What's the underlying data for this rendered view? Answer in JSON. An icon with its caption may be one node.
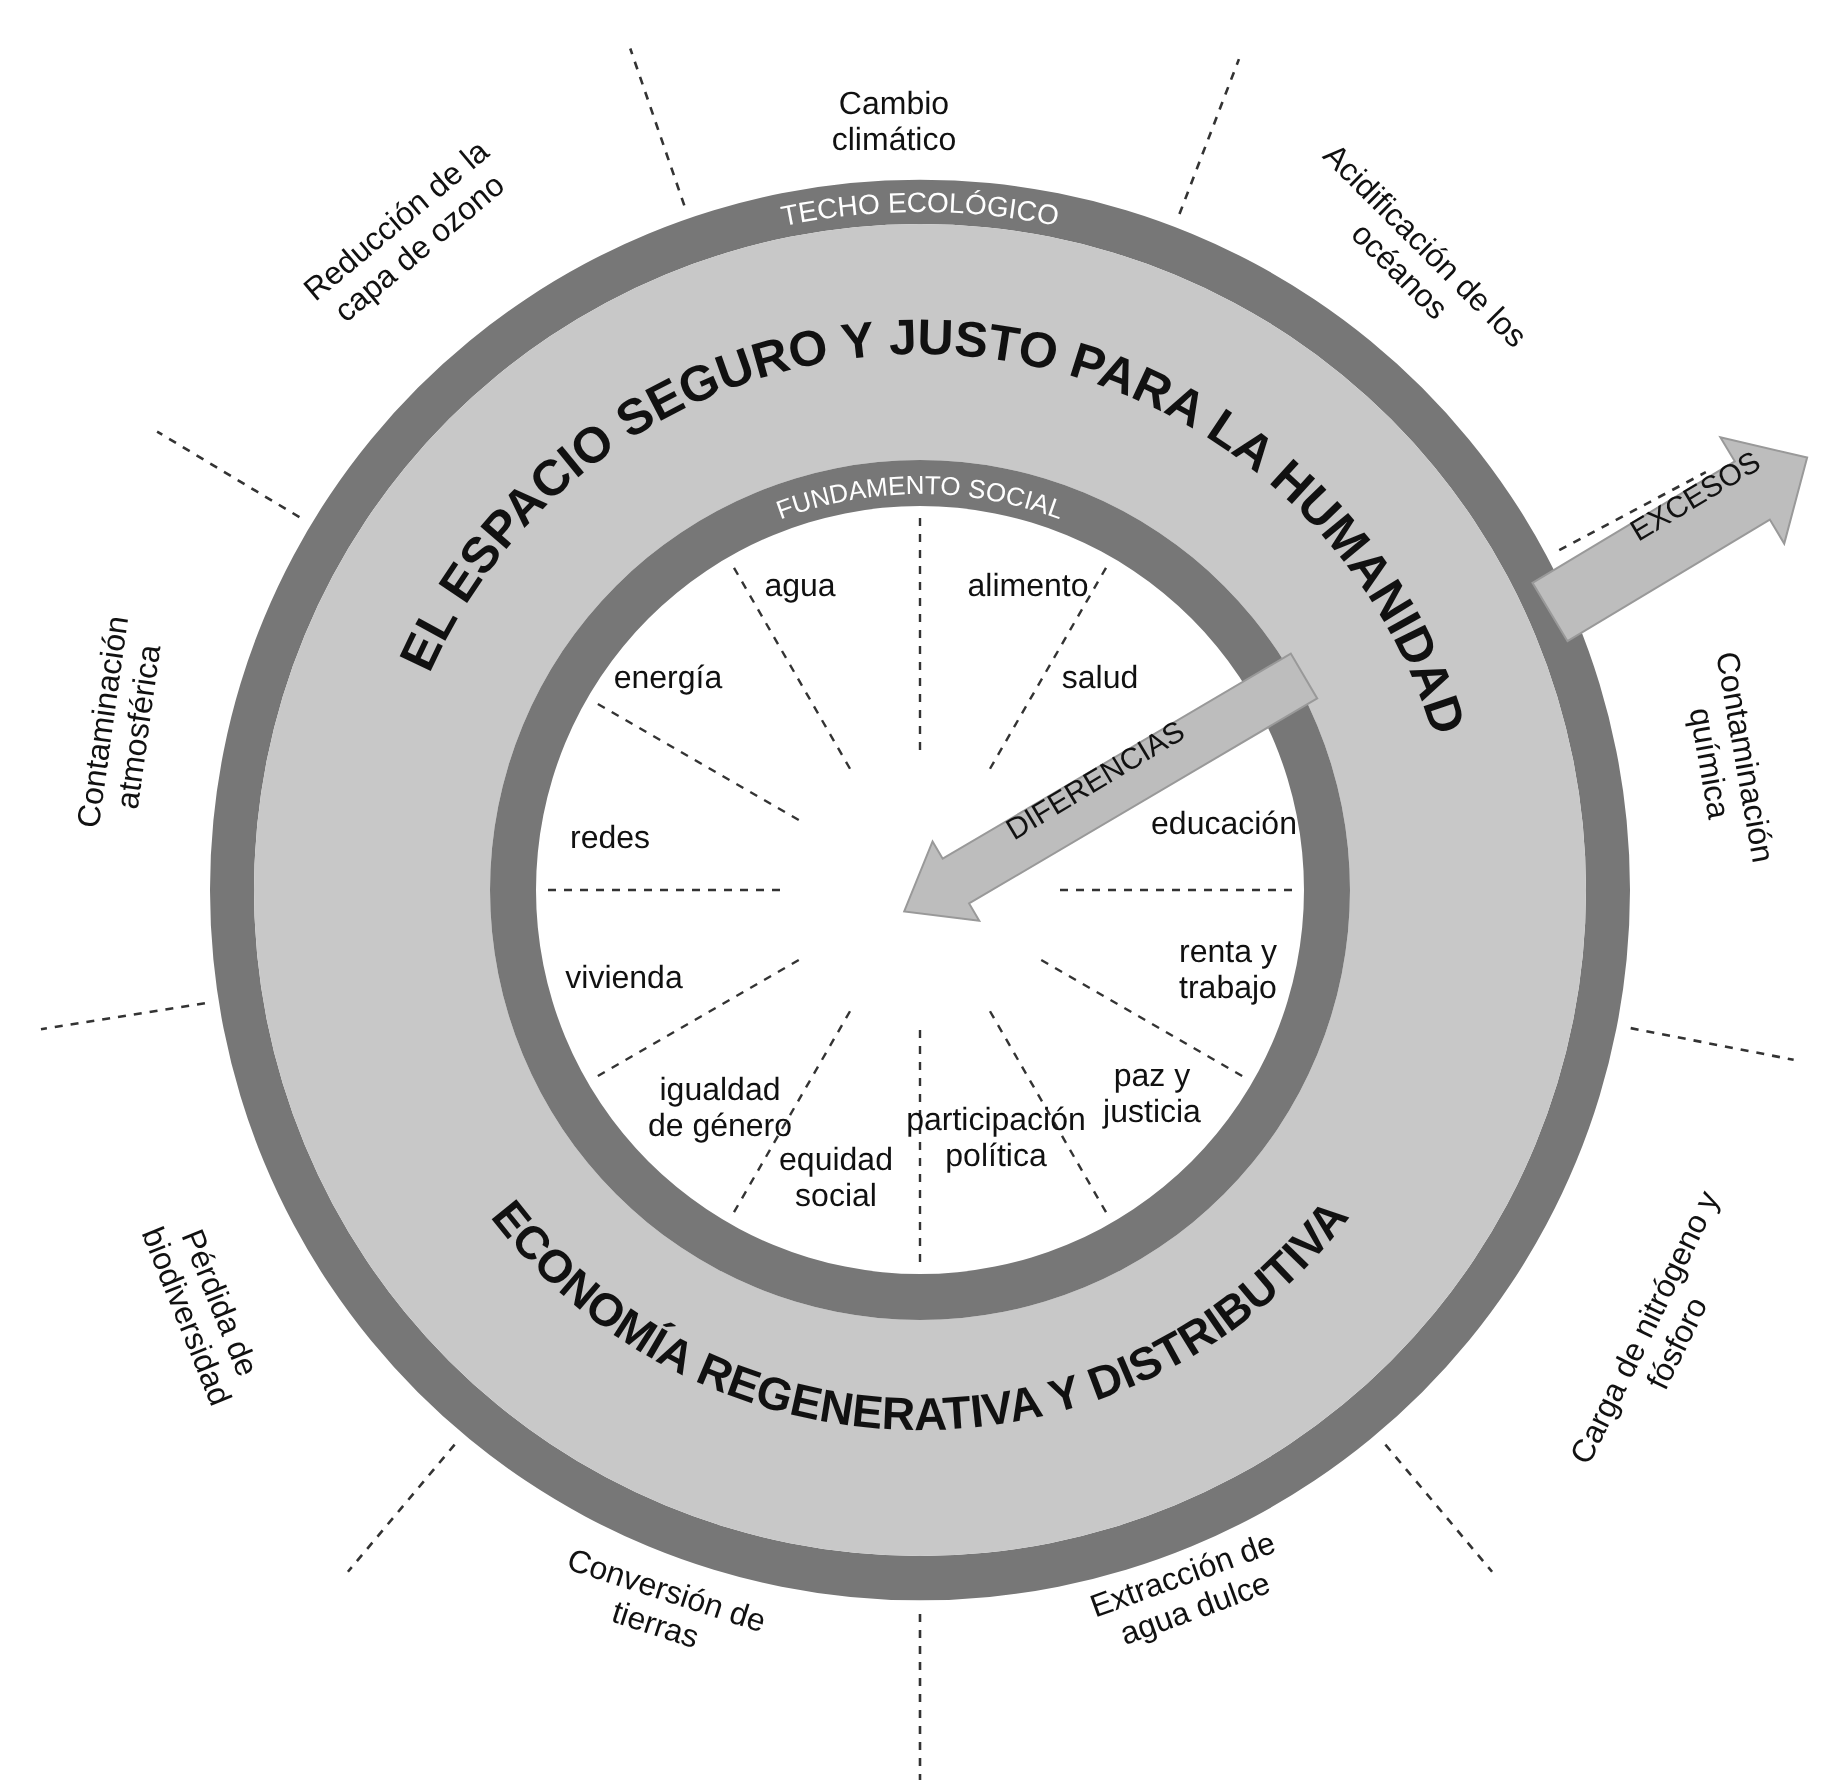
{
  "diagram": {
    "nodes": [
      {
        "text": [
          "TECHO ECOLÓGICO"
        ]
      },
      {
        "text": [
          "EL ESPACIO SEGURO Y JUSTO PARA LA HUMANIDAD",
          "ECONOMÍA REGENERATIVA Y DISTRIBUTIVA"
        ]
      }
    ],
    "labels": [
      "FUNDAMENTO SOCIAL",
      "Cambio climático",
      "Reducción de la capa de ozono",
      "Acidificación de los océanos",
      "EXCESOS",
      "Contaminación atmosférica",
      "agua",
      "alimento",
      "energía",
      "salud",
      "Contaminación química",
      "DIFERENCIAS",
      "redes",
      "educación",
      "vivienda",
      "renta y trabajo",
      "igualdad de género",
      "participación política",
      "paz y justicia",
      "equidad social",
      "Pérdida de biodiversidad",
      "Carga de nitrógeno y fósforo",
      "Conversión de tierras",
      "Extracción de agua dulce"
    ]
  }
}
